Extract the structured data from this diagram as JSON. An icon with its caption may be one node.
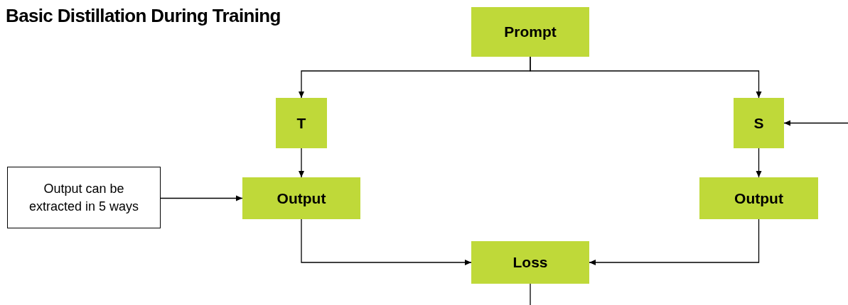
{
  "diagram": {
    "title": "Basic Distillation During Training",
    "nodes": [
      {
        "text": [
          "Prompt"
        ]
      },
      {
        "text": [
          "T"
        ]
      },
      {
        "text": [
          "S"
        ]
      },
      {
        "text": [
          "Output can be extracted in 5 ways"
        ]
      },
      {
        "text": [
          "Output"
        ]
      },
      {
        "text": [
          "Output"
        ]
      },
      {
        "text": [
          "Loss"
        ]
      }
    ],
    "edges": [
      {
        "from": 0,
        "to": 1,
        "arrow": "to"
      },
      {
        "from": 0,
        "to": 2,
        "arrow": "to"
      },
      {
        "from": 1,
        "to": 4,
        "arrow": "to"
      },
      {
        "from": 2,
        "to": 5,
        "arrow": "to"
      },
      {
        "from": 3,
        "to": 4,
        "arrow": "to"
      },
      {
        "from": 4,
        "to": 6,
        "arrow": "to"
      },
      {
        "from": 5,
        "to": 6,
        "arrow": "to"
      },
      {
        "from": 6,
        "to": null,
        "arrow": "none"
      },
      {
        "from": null,
        "to": 2,
        "arrow": "to"
      }
    ]
  }
}
